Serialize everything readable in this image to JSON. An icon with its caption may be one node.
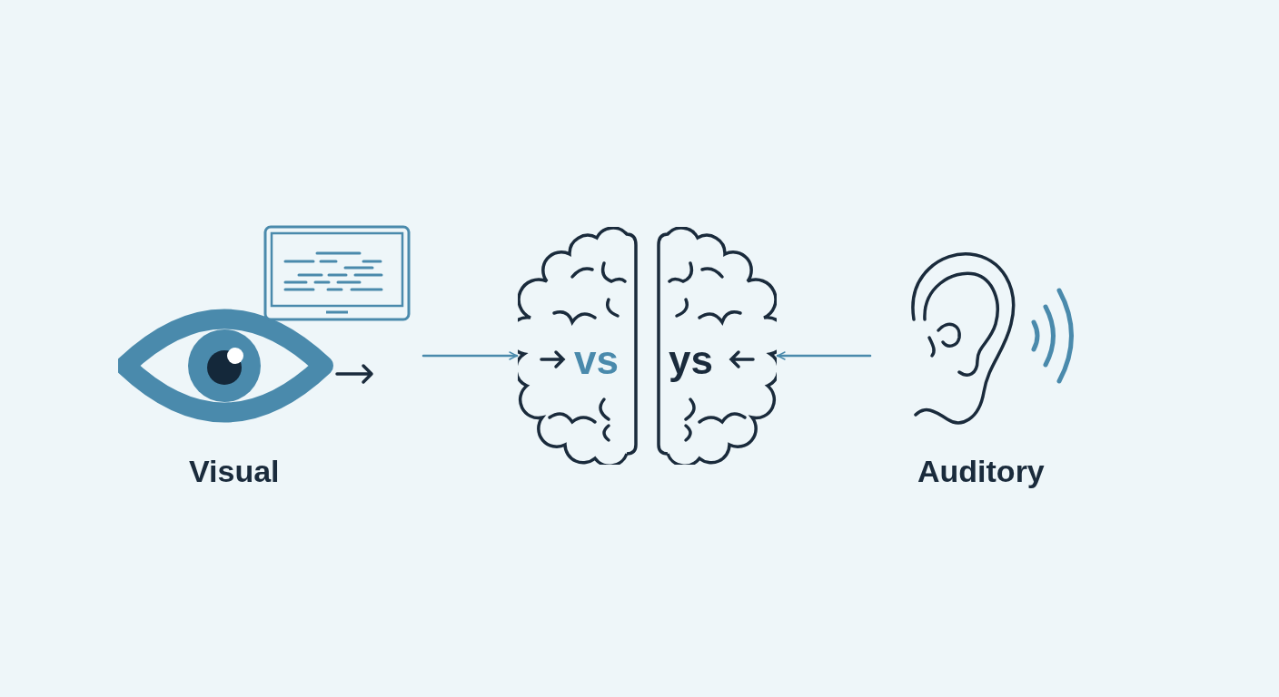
{
  "diagram": {
    "nodes": [
      {
        "text": [
          "Visual"
        ]
      },
      {
        "text": [
          "vs",
          "ys"
        ]
      },
      {
        "text": [
          "Auditory"
        ]
      }
    ],
    "edges": [
      {
        "from": 0,
        "to": 1,
        "arrow": "to"
      },
      {
        "from": 2,
        "to": 1,
        "arrow": "to"
      }
    ]
  }
}
